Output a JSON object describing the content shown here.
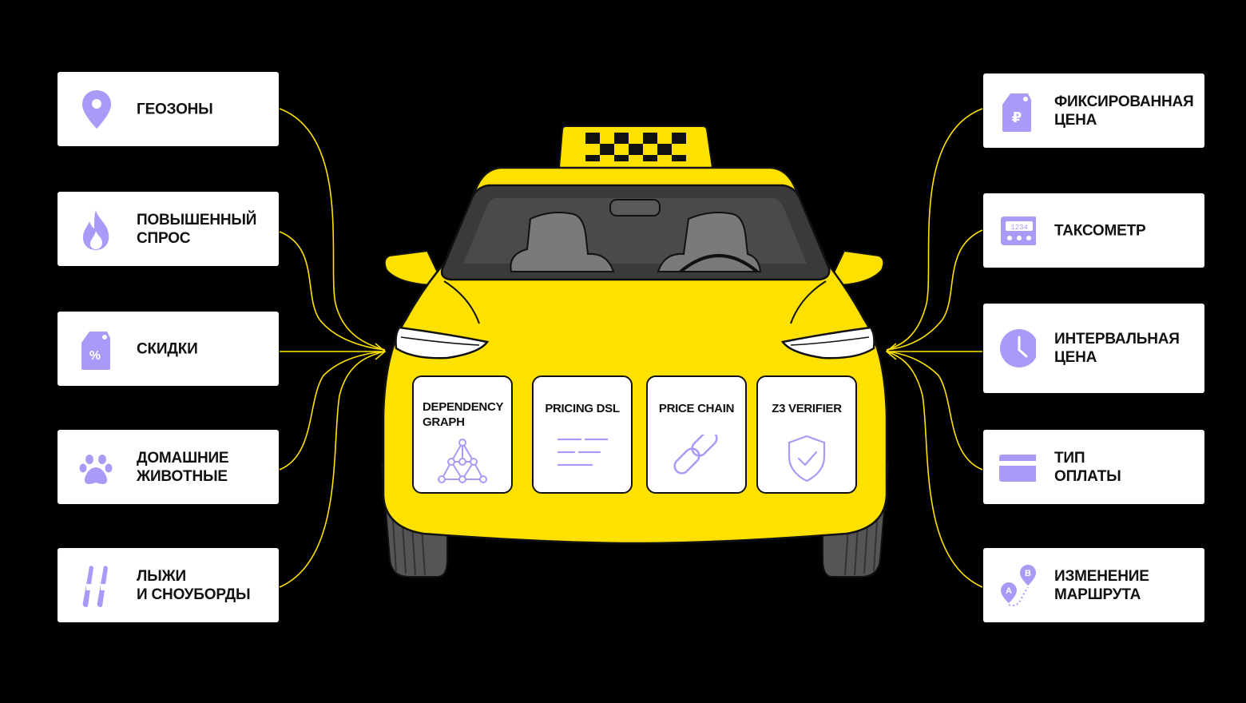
{
  "left_features": [
    {
      "label": "ГЕОЗОНЫ",
      "icon": "map-pin-icon"
    },
    {
      "label": "ПОВЫШЕННЫЙ\nСПРОС",
      "icon": "fire-icon"
    },
    {
      "label": "СКИДКИ",
      "icon": "discount-tag-icon"
    },
    {
      "label": "ДОМАШНИЕ\nЖИВОТНЫЕ",
      "icon": "paw-icon"
    },
    {
      "label": "ЛЫЖИ\nИ СНОУБОРДЫ",
      "icon": "skis-icon"
    }
  ],
  "right_features": [
    {
      "label": "ФИКСИРОВАННАЯ\nЦЕНА",
      "icon": "ruble-tag-icon"
    },
    {
      "label": "ТАКСОМЕТР",
      "icon": "taximeter-icon"
    },
    {
      "label": "ИНТЕРВАЛЬНАЯ\nЦЕНА",
      "icon": "clock-icon"
    },
    {
      "label": "ТИП\nОПЛАТЫ",
      "icon": "credit-card-icon"
    },
    {
      "label": "ИЗМЕНЕНИЕ\nМАРШРУТА",
      "icon": "route-icon"
    }
  ],
  "car_panels": [
    {
      "label": "DEPENDENCY\nGRAPH",
      "icon": "graph-icon"
    },
    {
      "label": "PRICING DSL",
      "icon": "code-lines-icon"
    },
    {
      "label": "PRICE CHAIN",
      "icon": "chain-link-icon"
    },
    {
      "label": "Z3 VERIFIER",
      "icon": "shield-check-icon"
    }
  ],
  "colors": {
    "background": "#000000",
    "taxi_yellow": "#FFE100",
    "icon_purple": "#A89BF8",
    "connector": "#FFE100",
    "card": "#FFFFFF"
  }
}
